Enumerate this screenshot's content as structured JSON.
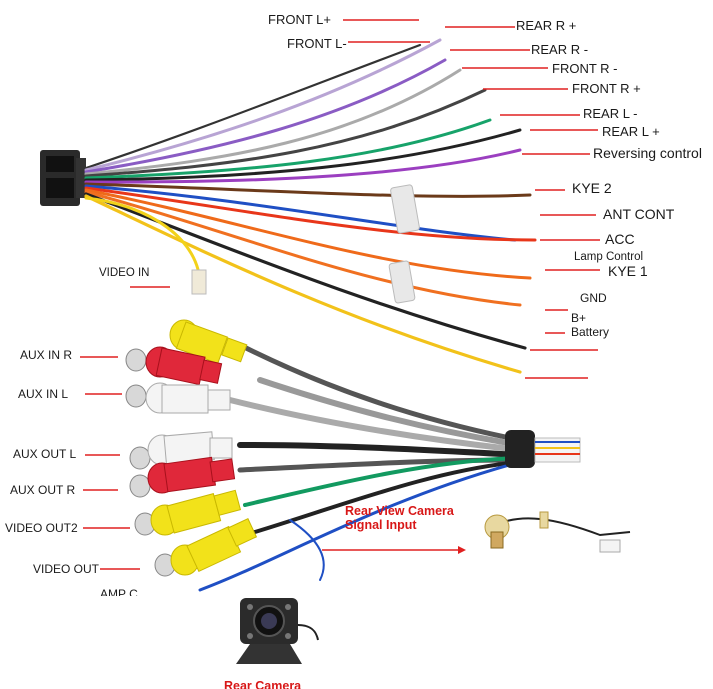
{
  "labels": {
    "front_l_plus": "FRONT L+",
    "front_l_minus": "FRONT L-",
    "rear_r_plus": "REAR R +",
    "rear_r_minus": "REAR R -",
    "front_r_minus": "FRONT R -",
    "front_r_plus": "FRONT R +",
    "rear_l_minus": "REAR L -",
    "rear_l_plus": "REAR L +",
    "reversing_control": "Reversing control",
    "kye2": "KYE 2",
    "ant_cont": "ANT CONT",
    "acc": "ACC",
    "lamp_control": "Lamp Control",
    "kye1": "KYE 1",
    "gnd": "GND",
    "b_plus": "B+",
    "battery": "Battery",
    "video_in": "VIDEO IN",
    "aux_in_r": "AUX IN R",
    "aux_in_l": "AUX  IN L",
    "aux_out_l": "AUX OUT L",
    "aux_out_r": "AUX OUT R",
    "video_out2": "VIDEO OUT2",
    "video_out": "VIDEO OUT",
    "amp_c": "AMP C",
    "rear_cam_title_line1": "Rear View Camera",
    "rear_cam_title_line2": "Signal Input",
    "rear_camera": "Rear Camera"
  },
  "colors": {
    "callout_line": "#e02020",
    "rca_red": "#e0283a",
    "rca_yellow": "#f2e21a",
    "rca_white": "#f4f4f4",
    "connector": "#222222"
  }
}
